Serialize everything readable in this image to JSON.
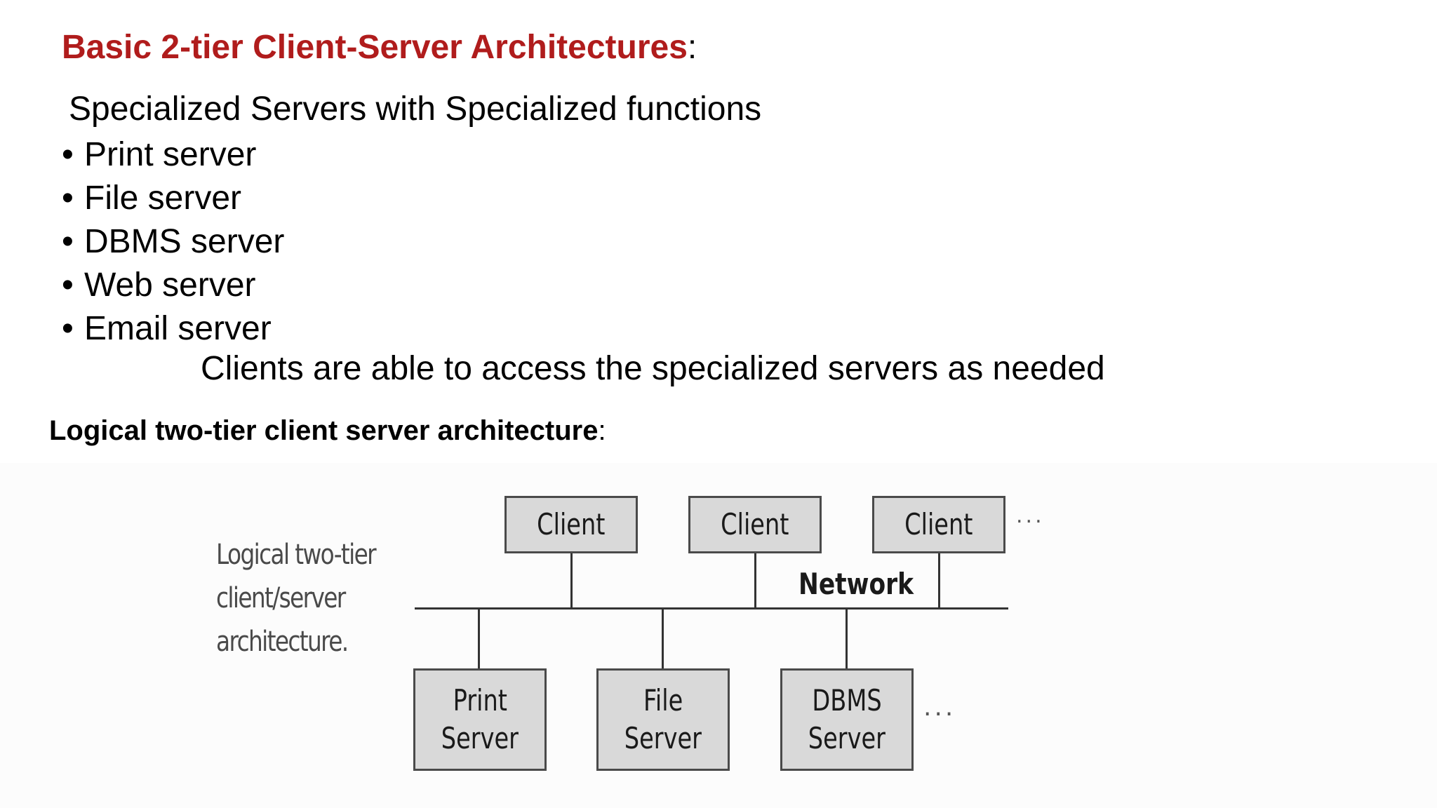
{
  "slide": {
    "heading": "Basic 2-tier Client-Server Architectures",
    "heading_punct": ":",
    "intro": "Specialized Servers with Specialized functions",
    "bullet_symbol": "•",
    "bullets": [
      "Print server",
      "File server",
      "DBMS server",
      "Web server",
      "Email server"
    ],
    "note": "Clients are able to access the specialized servers as needed",
    "subheading": "Logical two-tier client server architecture",
    "subheading_punct": ":",
    "heading_color": "#b01c1c"
  },
  "diagram": {
    "side_label": [
      "Logical two-tier",
      "client/server",
      "architecture."
    ],
    "clients": [
      "Client",
      "Client",
      "Client"
    ],
    "clients_more": "...",
    "network_label": "Network",
    "servers": [
      {
        "line1": "Print",
        "line2": "Server"
      },
      {
        "line1": "File",
        "line2": "Server"
      },
      {
        "line1": "DBMS",
        "line2": "Server"
      }
    ],
    "servers_more": "...",
    "box_fill_color": "#d9d9d9"
  }
}
